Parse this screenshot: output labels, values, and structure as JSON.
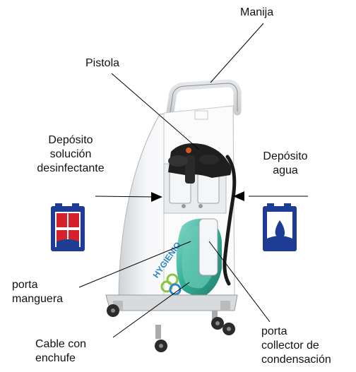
{
  "labels": {
    "manija": "Manija",
    "pistola": "Pistola",
    "deposito_desinfectante": "Depósito\nsolución\ndesinfectante",
    "deposito_agua": "Depósito\nagua",
    "porta_manguera": "porta\nmanguera",
    "cable_enchufe": "Cable con\nenchufe",
    "porta_collector": "porta\ncollector de\ncondensación"
  },
  "brand_text": "HYGIENIO",
  "icons": {
    "disinfectant": "disinfectant-tank-icon",
    "water": "water-tank-icon"
  },
  "colors": {
    "icon_blue": "#1f3c95",
    "icon_red": "#d6202a",
    "accent_teal": "#1aa58a",
    "brand_blue": "#2f86c6",
    "brand_green": "#8bc43f"
  }
}
